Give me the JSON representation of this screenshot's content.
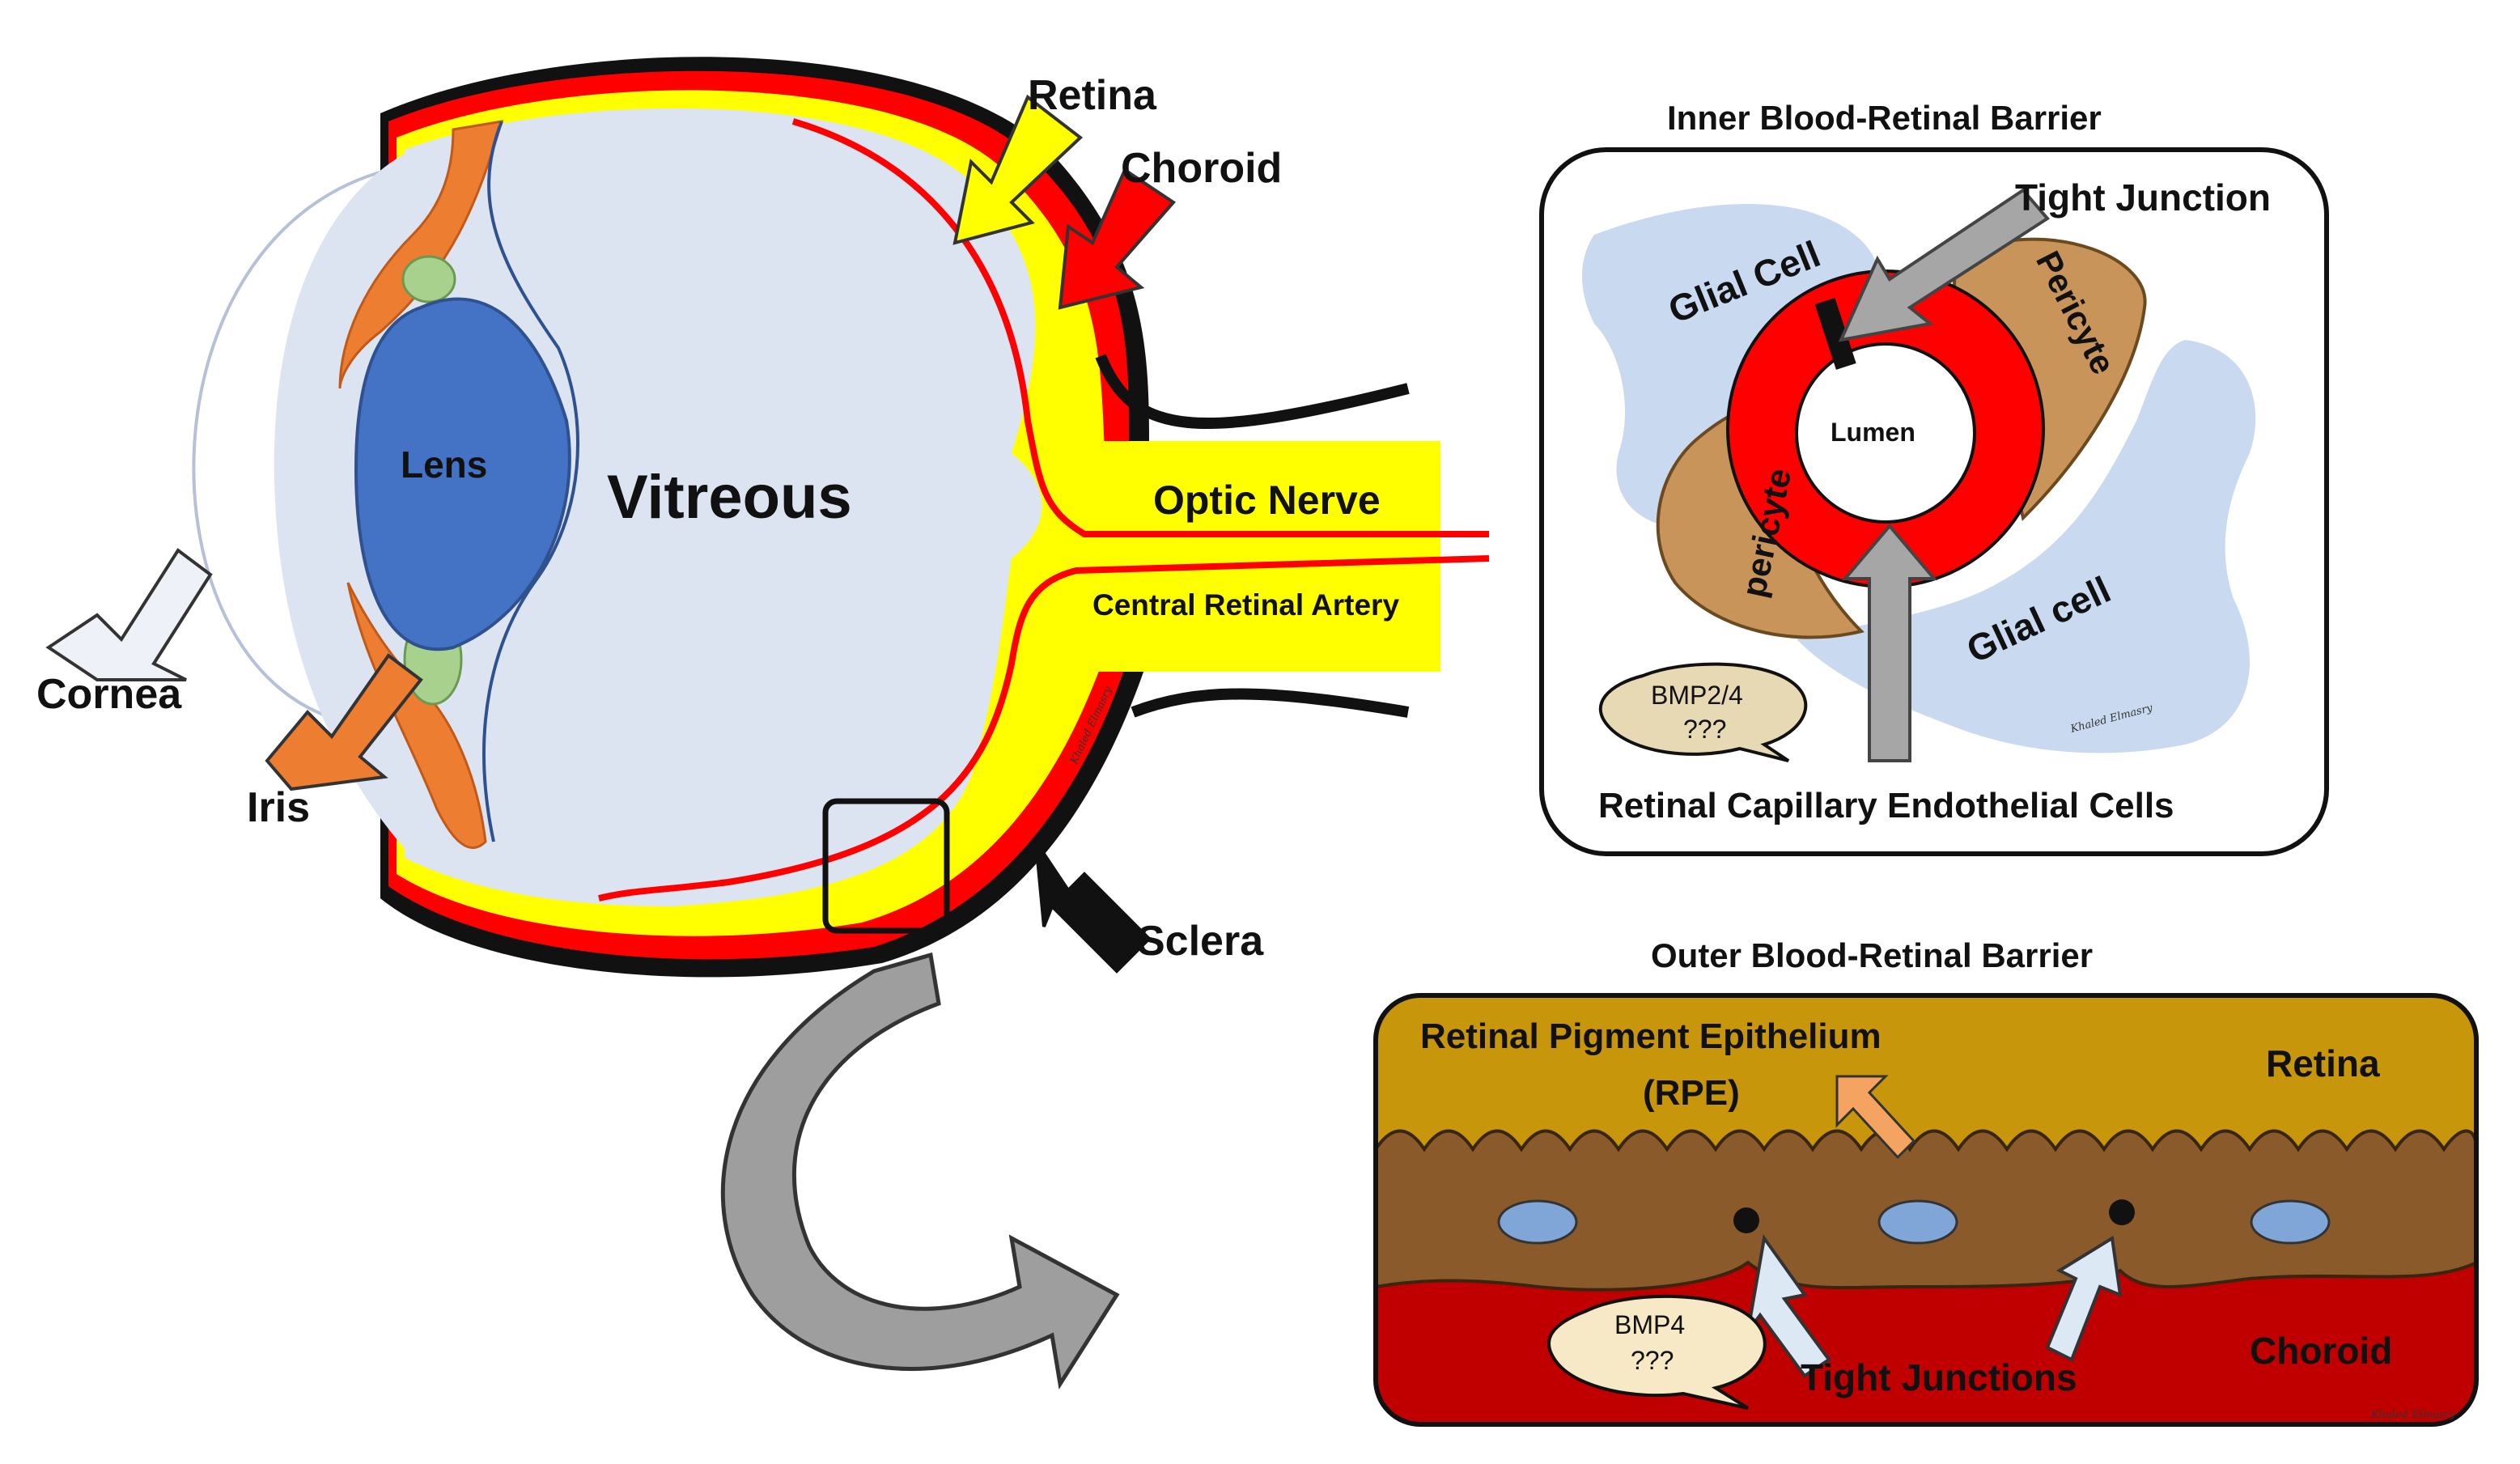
{
  "eye": {
    "vitreous": "Vitreous",
    "lens": "Lens",
    "retina": "Retina",
    "choroid": "Choroid",
    "optic_nerve": "Optic Nerve",
    "central_retinal_artery": "Central Retinal Artery",
    "cornea": "Cornea",
    "iris": "Iris",
    "sclera": "Sclera",
    "signature": "Khaled Elmasry"
  },
  "inner_barrier": {
    "title": "Inner Blood-Retinal Barrier",
    "tight_junction": "Tight Junction",
    "glial_cell_1": "Glial Cell",
    "glial_cell_2": "Glial cell",
    "pericyte_1": "Pericyte",
    "pericyte_2": "pericyte",
    "lumen": "Lumen",
    "bubble_line1": "BMP2/4",
    "bubble_line2": "???",
    "endothelial": "Retinal Capillary Endothelial Cells",
    "signature": "Khaled Elmasry"
  },
  "outer_barrier": {
    "title": "Outer Blood-Retinal Barrier",
    "rpe_line1": "Retinal Pigment Epithelium",
    "rpe_line2": "(RPE)",
    "retina": "Retina",
    "choroid": "Choroid",
    "bubble_line1": "BMP4",
    "bubble_line2": "???",
    "tight_junctions": "Tight Junctions",
    "signature": "Khaled Elmasry"
  },
  "colors": {
    "retina_yellow": "#ffff00",
    "choroid_red": "#ff0000",
    "vitreous": "#dce4f2",
    "lens": "#4472c4",
    "iris": "#ed7d31",
    "glial": "#c9d9f0",
    "pericyte": "#c8945a",
    "rpe_top": "#c8960a",
    "rpe_cells": "#8b5a2b",
    "choroid_dark": "#c00000"
  }
}
